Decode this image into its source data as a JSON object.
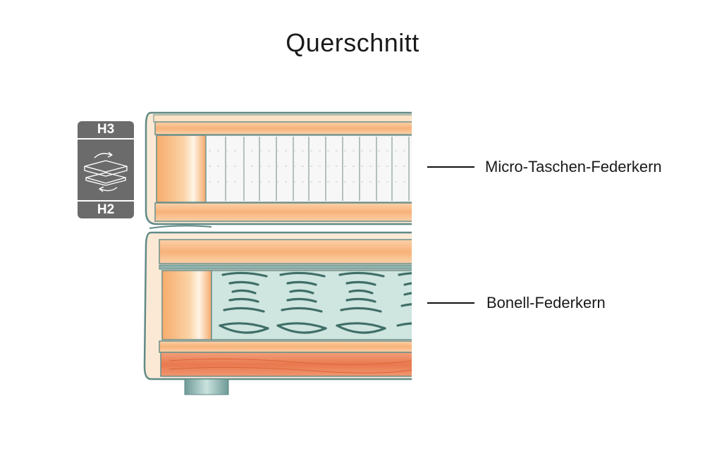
{
  "title": "Querschnitt",
  "badge": {
    "top_label": "H3",
    "bottom_label": "H2",
    "icon": "flip-mattress-icon"
  },
  "layers": [
    {
      "label": "Micro-Taschen-Federkern"
    },
    {
      "label": "Bonell-Federkern"
    }
  ],
  "colors": {
    "foam": "#f6b27a",
    "foam_light": "#fde0bf",
    "wood": "#ee8a60",
    "frame_outline": "#5f8a86",
    "spring": "#3f6f68",
    "spring_bg": "#b9d8d0",
    "badge": "#6b6b6b"
  }
}
